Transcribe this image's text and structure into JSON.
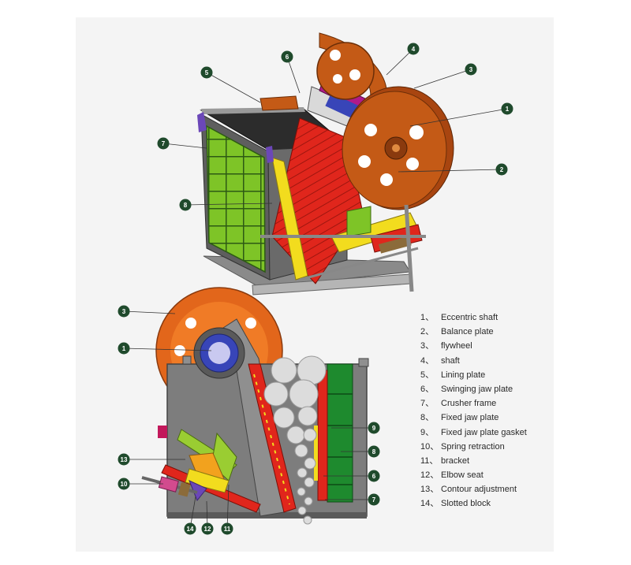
{
  "callouts_top": [
    "1",
    "2",
    "3",
    "4",
    "5",
    "6",
    "7",
    "8"
  ],
  "callouts_bottom": [
    "3",
    "1",
    "9",
    "8",
    "13",
    "6",
    "10",
    "7",
    "14",
    "12",
    "11"
  ],
  "legend": [
    {
      "num": "1、",
      "text": "Eccentric shaft"
    },
    {
      "num": "2、",
      "text": "Balance plate"
    },
    {
      "num": "3、",
      "text": "flywheel"
    },
    {
      "num": "4、",
      "text": "shaft"
    },
    {
      "num": "5、",
      "text": "Lining plate"
    },
    {
      "num": "6、",
      "text": "Swinging jaw plate"
    },
    {
      "num": "7、",
      "text": "Crusher frame"
    },
    {
      "num": "8、",
      "text": "Fixed jaw plate"
    },
    {
      "num": "9、",
      "text": "Fixed jaw plate gasket"
    },
    {
      "num": "10、",
      "text": "Spring retraction"
    },
    {
      "num": "11、",
      "text": "bracket"
    },
    {
      "num": "12、",
      "text": "Elbow seat"
    },
    {
      "num": "13、",
      "text": "Contour adjustment"
    },
    {
      "num": "14、",
      "text": "Slotted block"
    }
  ],
  "colors": {
    "callout_fill": "#1f4a2c",
    "flywheel": "#c45a16",
    "jaw_red": "#e0261c",
    "frame_gray": "#7d7d7d",
    "green_plate": "#7ec427",
    "yellow": "#f2dc1e"
  }
}
